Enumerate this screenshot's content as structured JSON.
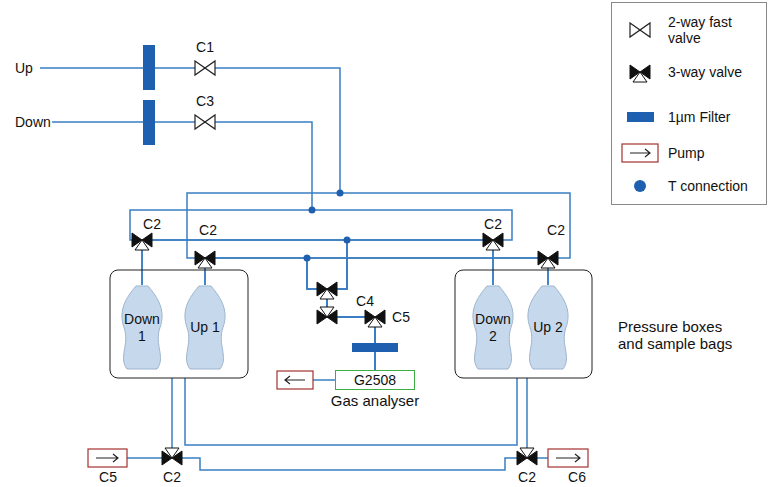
{
  "diagram": {
    "nodes": [
      {
        "text": [
          "Down 1"
        ]
      },
      {
        "text": [
          "Up 1"
        ]
      },
      {
        "text": [
          "G2508",
          "Gas analyser"
        ]
      },
      {
        "text": [
          "Down 2"
        ]
      },
      {
        "text": [
          "Up 2"
        ]
      }
    ],
    "edges": [
      {
        "from": 0,
        "to": 2,
        "arrow": "none"
      },
      {
        "from": 1,
        "to": 2,
        "arrow": "none"
      },
      {
        "from": 3,
        "to": 2,
        "arrow": "none"
      },
      {
        "from": 4,
        "to": 2,
        "arrow": "none"
      }
    ],
    "labels": [
      "Up",
      "C1",
      "Down",
      "C3",
      "C2",
      "C2",
      "C2",
      "C2",
      "C4",
      "C5",
      "Pressure boxes and sample bags",
      "C5",
      "C2",
      "C2",
      "C6"
    ],
    "legend": [
      {
        "text": "2-way fast valve"
      },
      {
        "text": "3-way valve"
      },
      {
        "text": "1µm Filter"
      },
      {
        "text": "Pump"
      },
      {
        "text": "T connection"
      }
    ]
  }
}
